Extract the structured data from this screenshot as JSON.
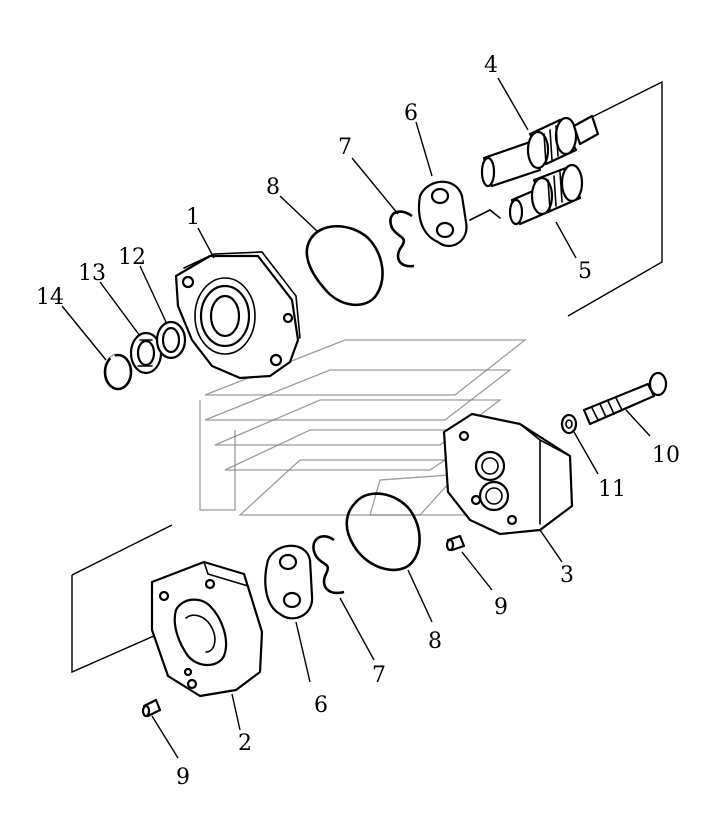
{
  "callouts": [
    {
      "id": "c1",
      "text": "1"
    },
    {
      "id": "c2",
      "text": "2"
    },
    {
      "id": "c3",
      "text": "3"
    },
    {
      "id": "c4",
      "text": "4"
    },
    {
      "id": "c5",
      "text": "5"
    },
    {
      "id": "c6a",
      "text": "6"
    },
    {
      "id": "c6b",
      "text": "6"
    },
    {
      "id": "c7a",
      "text": "7"
    },
    {
      "id": "c7b",
      "text": "7"
    },
    {
      "id": "c8a",
      "text": "8"
    },
    {
      "id": "c8b",
      "text": "8"
    },
    {
      "id": "c9a",
      "text": "9"
    },
    {
      "id": "c9b",
      "text": "9"
    },
    {
      "id": "c10",
      "text": "10"
    },
    {
      "id": "c11",
      "text": "11"
    },
    {
      "id": "c12",
      "text": "12"
    },
    {
      "id": "c13",
      "text": "13"
    },
    {
      "id": "c14",
      "text": "14"
    }
  ],
  "colors": {
    "ink": "#000000",
    "watermark": "#7a7a7a",
    "paper": "#ffffff"
  }
}
